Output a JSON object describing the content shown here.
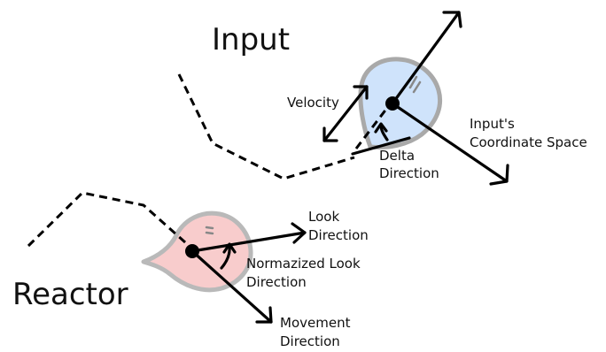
{
  "labels": {
    "input_title": "Input",
    "reactor_title": "Reactor",
    "velocity": "Velocity",
    "input_coord_line1": "Input's",
    "input_coord_line2": "Coordinate Space",
    "delta_line1": "Delta",
    "delta_line2": "Direction",
    "look_line1": "Look",
    "look_line2": "Direction",
    "norm_line1": "Normazized Look",
    "norm_line2": "Direction",
    "move_line1": "Movement",
    "move_line2": "Direction"
  },
  "colors": {
    "input_blob_fill": "#cfe3fb",
    "input_blob_stroke": "#a9a9a9",
    "reactor_blob_fill": "#f8cccc",
    "reactor_blob_stroke": "#b9b9b9",
    "ink": "#000000"
  }
}
